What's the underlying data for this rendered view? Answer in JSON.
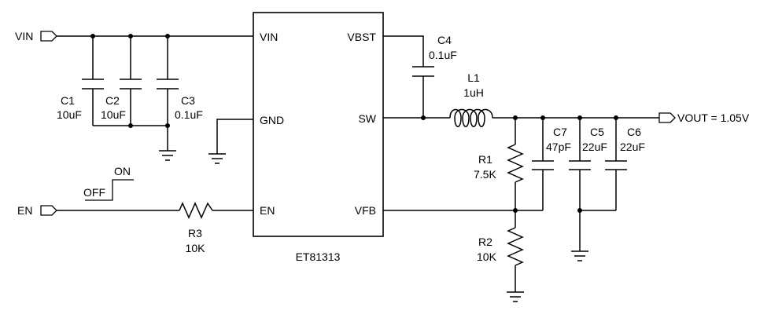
{
  "ic": {
    "name": "ET81313",
    "pins": {
      "vin": "VIN",
      "gnd": "GND",
      "en": "EN",
      "vbst": "VBST",
      "sw": "SW",
      "vfb": "VFB"
    }
  },
  "ports": {
    "vin": "VIN",
    "en": "EN",
    "vout": "VOUT = 1.05V"
  },
  "switch": {
    "on": "ON",
    "off": "OFF"
  },
  "components": {
    "c1": {
      "ref": "C1",
      "value": "10uF"
    },
    "c2": {
      "ref": "C2",
      "value": "10uF"
    },
    "c3": {
      "ref": "C3",
      "value": "0.1uF"
    },
    "c4": {
      "ref": "C4",
      "value": "0.1uF"
    },
    "l1": {
      "ref": "L1",
      "value": "1uH"
    },
    "c7": {
      "ref": "C7",
      "value": "47pF"
    },
    "c5": {
      "ref": "C5",
      "value": "22uF"
    },
    "c6": {
      "ref": "C6",
      "value": "22uF"
    },
    "r1": {
      "ref": "R1",
      "value": "7.5K"
    },
    "r2": {
      "ref": "R2",
      "value": "10K"
    },
    "r3": {
      "ref": "R3",
      "value": "10K"
    }
  }
}
